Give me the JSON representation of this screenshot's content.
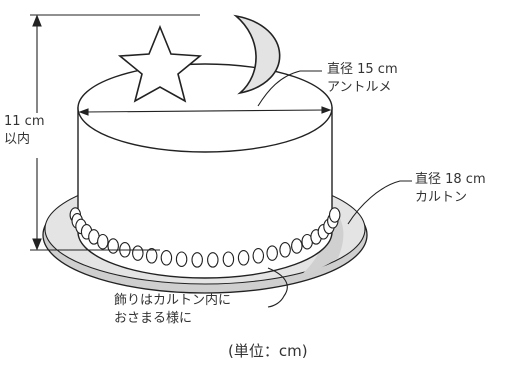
{
  "labels": {
    "height_line1": "11 cm",
    "height_line2": "以内",
    "top_line1": "直径 15 cm",
    "top_line2": "アントルメ",
    "board_line1": "直径 18 cm",
    "board_line2": "カルトン",
    "deco_line1": "飾りはカルトン内に",
    "deco_line2": "おさまる様に",
    "unit": "(単位：cm)"
  },
  "colors": {
    "outline": "#222222",
    "board_fill": "#d4d4d4",
    "board_highlight": "#e8e8e8",
    "star_fill": "#ffffff",
    "moon_fill": "#e2e2e2",
    "cake_fill": "#ffffff"
  }
}
